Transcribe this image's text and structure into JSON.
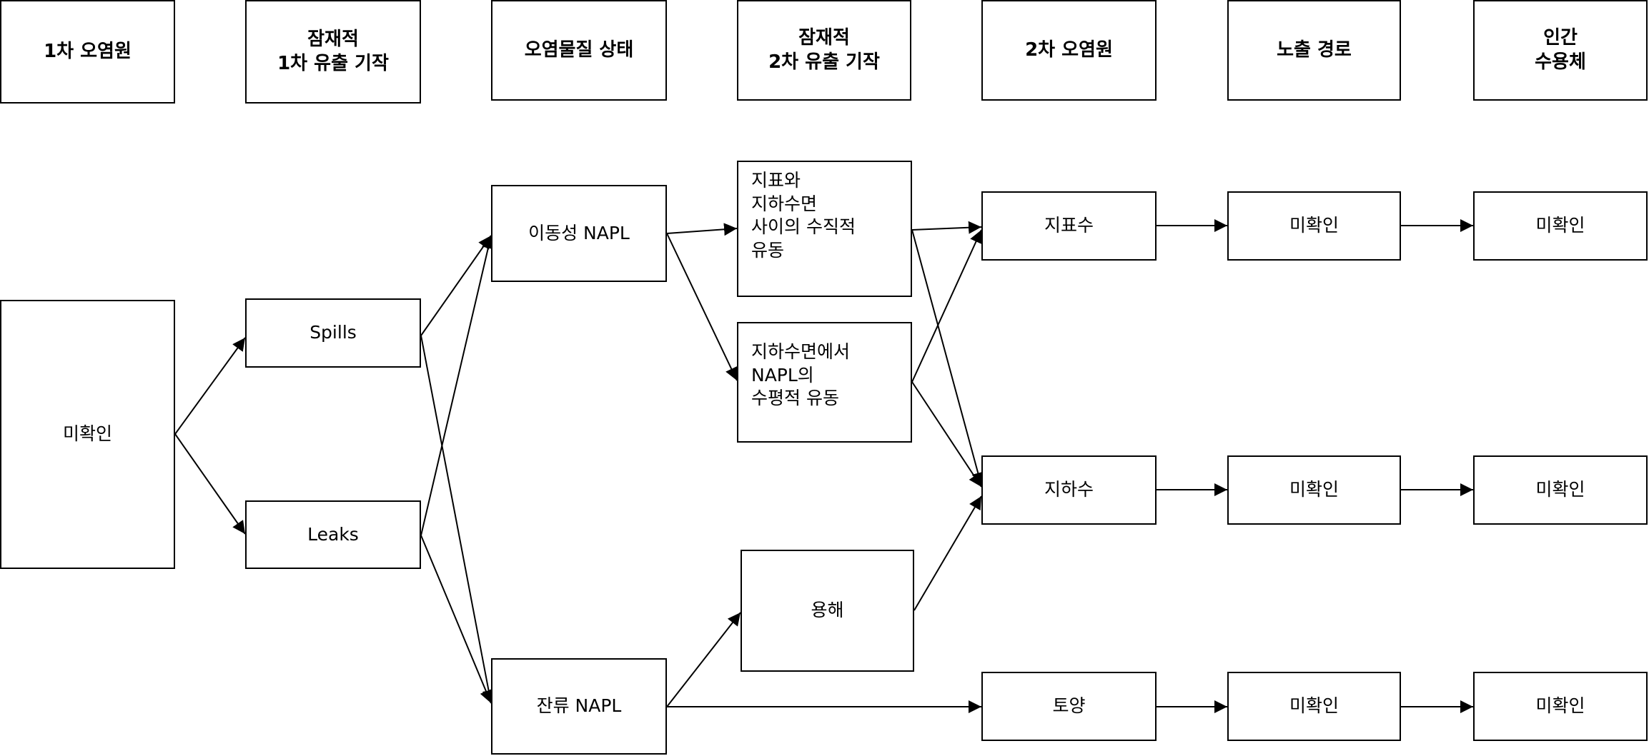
{
  "headers": [
    "1차 오염원",
    "잠재적\n1차 유출 기작",
    "오염물질 상태",
    "잠재적\n2차 유출 기작",
    "2차 오염원",
    "노출 경로",
    "인간\n수용체"
  ],
  "nodes": {
    "primary_source": "미확인",
    "spills": "Spills",
    "leaks": "Leaks",
    "mobile_napl": "이동성 NAPL",
    "residual_napl": "잔류 NAPL",
    "vertical_flow": "지표와\n지하수면\n사이의 수직적\n유동",
    "horizontal_flow": "지하수면에서\nNAPL의\n수평적 유동",
    "dissolution": "용해",
    "surface_water": "지표수",
    "groundwater": "지하수",
    "soil": "토양",
    "exposure_surface": "미확인",
    "exposure_ground": "미확인",
    "exposure_soil": "미확인",
    "receptor_surface": "미확인",
    "receptor_ground": "미확인",
    "receptor_soil": "미확인"
  }
}
